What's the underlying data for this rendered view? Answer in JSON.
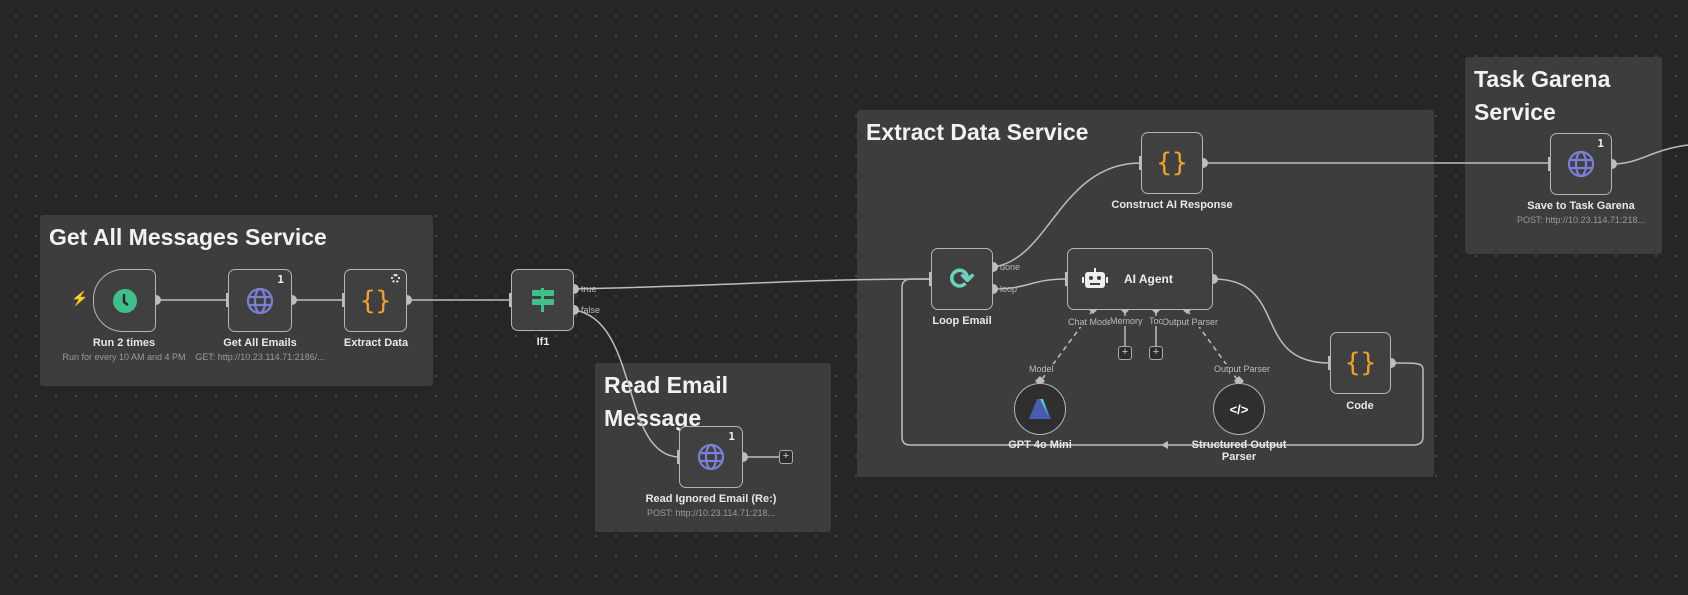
{
  "stickies": {
    "get_all": "Get All Messages Service",
    "read_email": "Read Email Message",
    "extract": "Extract Data Service",
    "task": "Task Garena Service"
  },
  "nodes": {
    "run": {
      "label": "Run 2 times",
      "sub": "Run for every 10 AM and 4 PM",
      "icon": "clock-icon"
    },
    "get_emails": {
      "label": "Get All Emails",
      "sub": "GET: http://10.23.114.71:2186/...",
      "badge": "1",
      "icon": "globe-icon"
    },
    "extract": {
      "label": "Extract Data",
      "icon": "code-braces-icon"
    },
    "if1": {
      "label": "If1",
      "out_true": "true",
      "out_false": "false",
      "icon": "signpost-icon"
    },
    "read_ignored": {
      "label": "Read Ignored Email (Re:)",
      "sub": "POST: http://10.23.114.71:218...",
      "badge": "1",
      "icon": "globe-icon"
    },
    "loop": {
      "label": "Loop Email",
      "out_done": "done",
      "out_loop": "loop",
      "icon": "refresh-icon"
    },
    "agent": {
      "label": "AI Agent",
      "inputs": [
        "Chat Model",
        "Memory",
        "Tool",
        "Output Parser"
      ],
      "icon": "robot-icon"
    },
    "construct": {
      "label": "Construct AI Response",
      "icon": "code-braces-icon"
    },
    "code": {
      "label": "Code",
      "icon": "code-braces-icon"
    },
    "gpt": {
      "label": "GPT 4o Mini",
      "port": "Model",
      "icon": "azure-icon"
    },
    "parser": {
      "label": "Structured Output Parser",
      "port": "Output Parser",
      "icon": "code-tag-icon"
    },
    "save": {
      "label": "Save to Task Garena",
      "sub": "POST: http://10.23.114.71:218...",
      "badge": "1",
      "icon": "globe-icon"
    }
  },
  "colors": {
    "trigger": "#f59e42",
    "schedule": "#3fbf8a",
    "http": "#7b7fd6",
    "code": "#f0a030",
    "loop": "#6fd0c0"
  }
}
